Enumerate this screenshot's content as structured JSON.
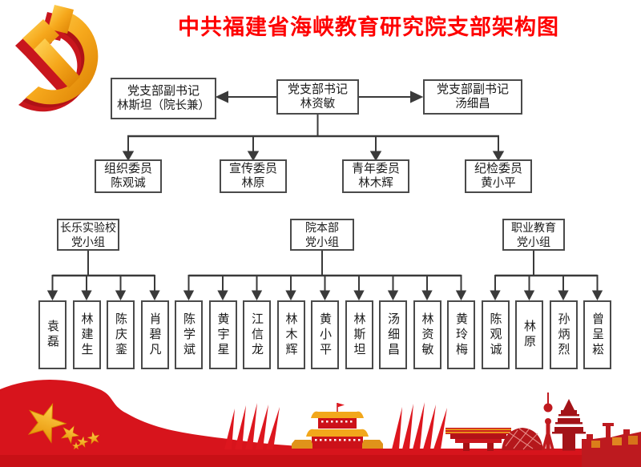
{
  "title": "中共福建省海峡教育研究院支部架构图",
  "colors": {
    "title_red": "#fe0000",
    "flag_red": "#d7141c",
    "emblem_gold": "#f6a81c",
    "emblem_shadow_red": "#c8161d",
    "line_gray": "#3a3a3a",
    "box_border": "#4a4a4a"
  },
  "icons": {
    "emblem": "party-emblem-hammer-sickle-icon",
    "stars": "gold-stars-icon",
    "flag": "red-wave-flag-decoration",
    "skyline": "patriotic-landmarks-skyline"
  },
  "org": {
    "secretary": {
      "role": "党支部书记",
      "name": "林资敏"
    },
    "deputy_left": {
      "role": "党支部副书记",
      "name": "林斯坦（院长兼）"
    },
    "deputy_right": {
      "role": "党支部副书记",
      "name": "汤细昌"
    },
    "committees": [
      {
        "role": "组织委员",
        "name": "陈观诚"
      },
      {
        "role": "宣传委员",
        "name": "林原"
      },
      {
        "role": "青年委员",
        "name": "林木辉"
      },
      {
        "role": "纪检委员",
        "name": "黄小平"
      }
    ],
    "groups": [
      {
        "line1": "长乐实验校",
        "line2": "党小组",
        "members": [
          "袁磊",
          "林建生",
          "陈庆銮",
          "肖碧凡"
        ]
      },
      {
        "line1": "院本部",
        "line2": "党小组",
        "members": [
          "陈学斌",
          "黄宇星",
          "江信龙",
          "林木辉",
          "黄小平",
          "林斯坦",
          "汤细昌",
          "林资敏",
          "黄玲梅"
        ]
      },
      {
        "line1": "职业教育",
        "line2": "党小组",
        "members": [
          "陈观诚",
          "林原",
          "孙炳烈",
          "曾呈崧"
        ]
      }
    ]
  }
}
